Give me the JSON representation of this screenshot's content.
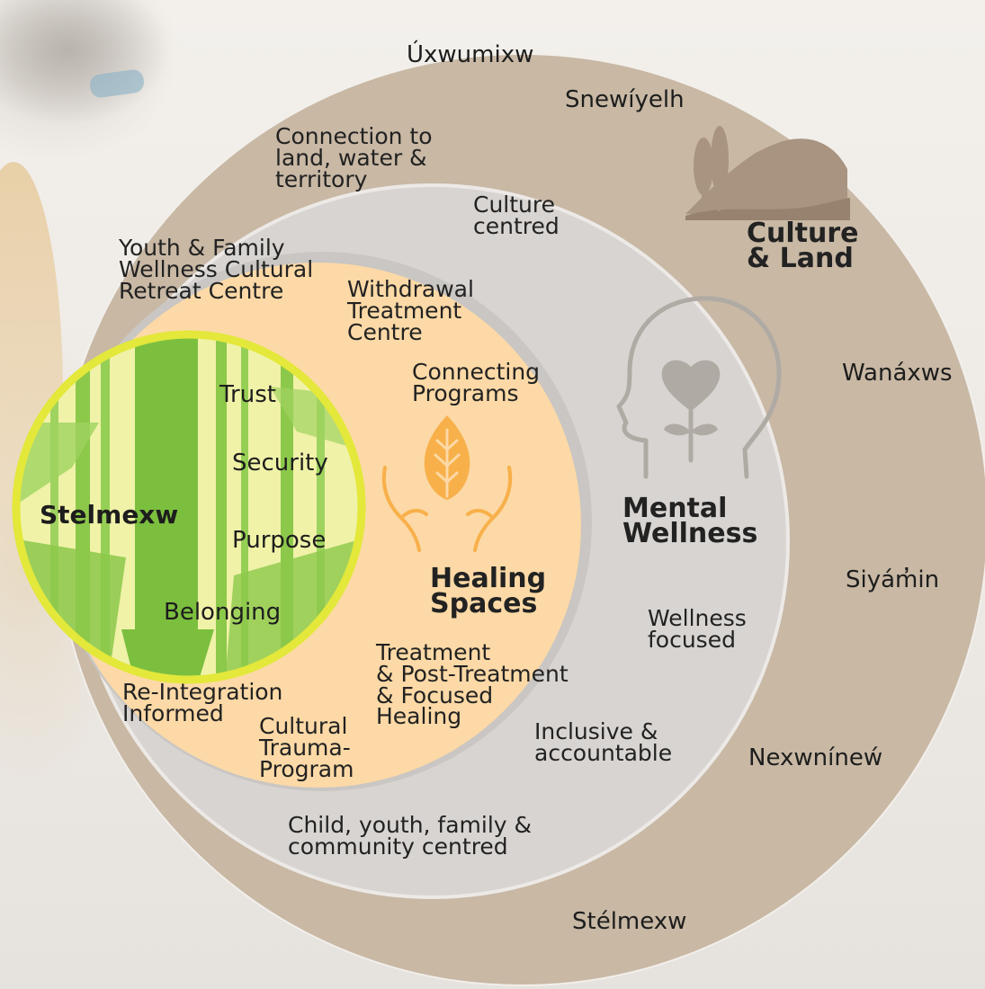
{
  "outer_ring": {
    "labels": [
      "Úxwumixw",
      "Snewíyelh",
      "Wanáxws",
      "Siyám̓in",
      "Nexwníneẃ",
      "Stélmexw"
    ],
    "title": "Culture\n& Land",
    "icon": "landscape-icon",
    "color": "#c8b8a4"
  },
  "mental_wellness_ring": {
    "labels": [
      "Connection to\nland, water &\nterritory",
      "Culture\ncentred",
      "Wellness\nfocused",
      "Inclusive &\naccountable",
      "Child, youth, family &\ncommunity centred"
    ],
    "title": "Mental\nWellness",
    "icon": "head-heart-icon",
    "color": "#d8d4d1"
  },
  "healing_spaces": {
    "labels": [
      "Youth & Family\nWellness Cultural\nRetreat Centre",
      "Withdrawal\nTreatment\nCentre",
      "Connecting\nPrograms",
      "Treatment\n& Post-Treatment\n& Focused\nHealing",
      "Cultural\nTrauma-\nProgram",
      "Re-Integration\nInformed"
    ],
    "title": "Healing\nSpaces",
    "icon": "hands-leaf-icon",
    "color": "#fcd9a6"
  },
  "stelmexw_core": {
    "title": "Stelmexw",
    "words": [
      "Trust",
      "Security",
      "Purpose",
      "Belonging"
    ],
    "color": "#f0f2a8",
    "forest_color": "#7cbf3f",
    "border_color": "#e3e83a"
  }
}
